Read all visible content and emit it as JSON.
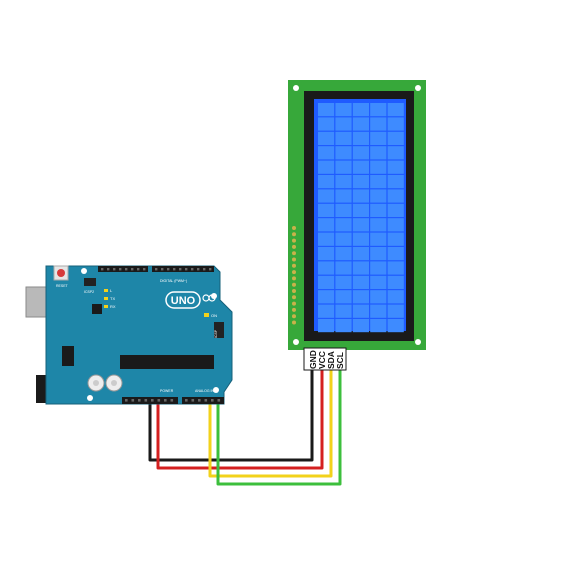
{
  "arduino": {
    "reset_label": "RESET",
    "icsp_label": "ICSP2",
    "digital_label": "DIGITAL (PWM~)",
    "tx_label": "TX",
    "rx_label": "RX",
    "l_label": "L",
    "uno_label": "UNO",
    "on_label": "ON",
    "icsp_right_label": "ICSP",
    "power_label": "POWER",
    "analog_label": "ANALOG IN"
  },
  "lcd": {
    "pin_labels": [
      "GND",
      "VCC",
      "SDA",
      "SCL"
    ]
  },
  "colors": {
    "board": "#1e86a8",
    "board_dark": "#17708d",
    "lcd_pcb": "#37a83a",
    "lcd_frame": "#1a1a1a",
    "lcd_screen": "#1f5bff",
    "lcd_cell": "#3e8bff",
    "wire_gnd": "#1a1a1a",
    "wire_vcc": "#d42020",
    "wire_sda": "#f2d21b",
    "wire_scl": "#3cbf3c"
  }
}
